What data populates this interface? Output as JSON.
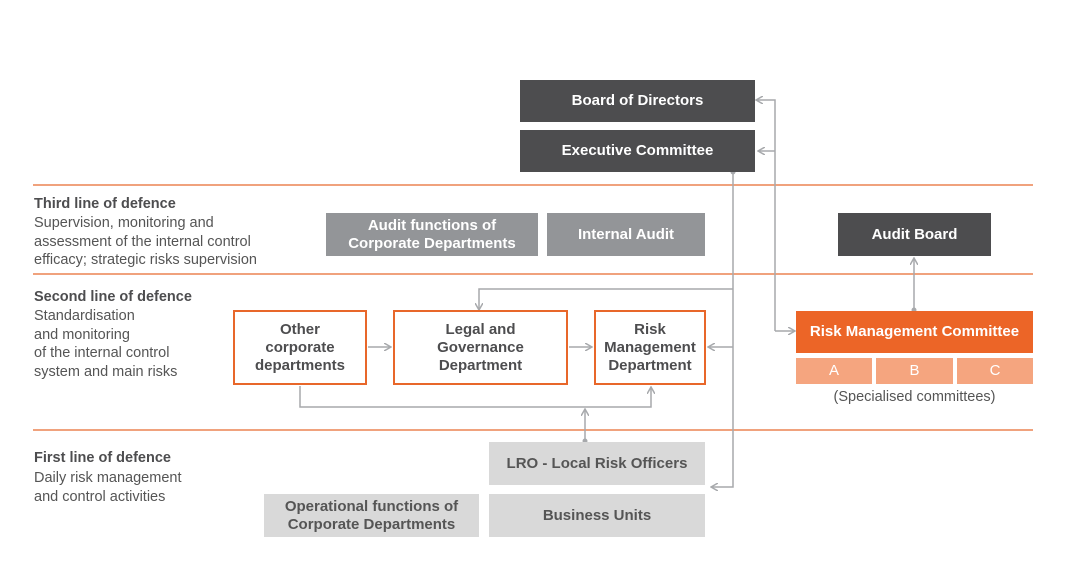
{
  "top": {
    "board": "Board of Directors",
    "executive": "Executive Committee"
  },
  "third_line": {
    "title": "Third line of defence",
    "description": "Supervision, monitoring and\nassessment of the internal control\nefficacy; strategic risks supervision",
    "audit_functions": "Audit functions of\nCorporate Departments",
    "internal_audit": "Internal Audit",
    "audit_board": "Audit Board"
  },
  "second_line": {
    "title": "Second line of defence",
    "description": "Standardisation\nand monitoring\nof the internal control\nsystem and main risks",
    "other_departments": "Other\ncorporate\ndepartments",
    "legal": "Legal and\nGovernance\nDepartment",
    "risk_department": "Risk\nManagement\nDepartment",
    "risk_committee": "Risk Management Committee",
    "sub_committees": [
      "A",
      "B",
      "C"
    ],
    "specialised_caption": "(Specialised committees)"
  },
  "first_line": {
    "title": "First line of defence",
    "description": "Daily risk management\nand control activities",
    "lro": "LRO - Local Risk Officers",
    "operational": "Operational functions of\nCorporate Departments",
    "business_units": "Business Units"
  },
  "colors": {
    "dark_box": "#4d4d4f",
    "mid_box": "#939598",
    "light_box": "#d9d9d9",
    "accent_orange": "#ec6527",
    "light_orange": "#f5a57f",
    "divider": "#f0a27d",
    "connector": "#a7a9ac"
  }
}
